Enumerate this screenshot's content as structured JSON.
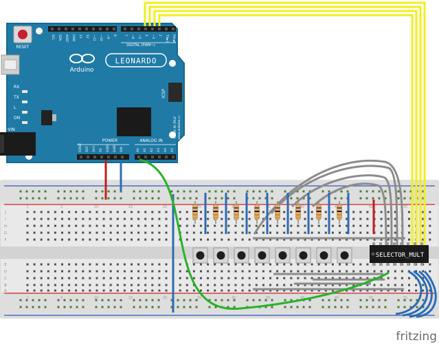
{
  "arduino": {
    "model_label": "LEONARDO",
    "brand_label": "Arduino",
    "reset_label": "RESET",
    "icsp_label": "ICSP",
    "digital_label": "DIGITAL (PWM~)",
    "power_label": "POWER",
    "analog_label": "ANALOG IN",
    "vin_label": "+VIN",
    "rx_label": "RX",
    "tx_label": "TX",
    "l_label": "L",
    "on_label": "ON",
    "site_label": "www.arduino.cc",
    "made_label": "MADE IN ITALY",
    "top_pins": [
      "SCL",
      "SDA",
      "AREF",
      "GND",
      "13",
      "12",
      "~11",
      "~10",
      "~9",
      "8",
      "7",
      "~6",
      "~5",
      "4",
      "~3",
      "2",
      "TX►1",
      "RX◄0"
    ],
    "bottom_pins": [
      "IOREF",
      "RST",
      "3V3",
      "5V",
      "GND",
      "GND",
      "VIN",
      "A0",
      "A1",
      "A2",
      "A3",
      "A4",
      "A5"
    ]
  },
  "ic": {
    "label": "SELECTOR_MULT"
  },
  "breadboard": {
    "row_letters_top": [
      "J",
      "I",
      "H",
      "G",
      "F"
    ],
    "row_letters_bottom": [
      "E",
      "D",
      "C",
      "B",
      "A"
    ],
    "column_numbers": [
      "1",
      "5",
      "10",
      "15",
      "20",
      "25",
      "30",
      "35",
      "40",
      "45",
      "50",
      "55",
      "60"
    ]
  },
  "watermark": "fritzing",
  "colors": {
    "board": "#1f7aa6",
    "board_edge": "#16698f",
    "breadboard": "#e6e6e6",
    "wire_yellow": "#f2ef1d",
    "wire_gray": "#8c8c8c",
    "wire_blue": "#2d6bb5",
    "wire_red": "#c21d1d",
    "wire_green": "#27b327",
    "rail_red": "#d64545",
    "rail_blue": "#4b6fc4"
  }
}
